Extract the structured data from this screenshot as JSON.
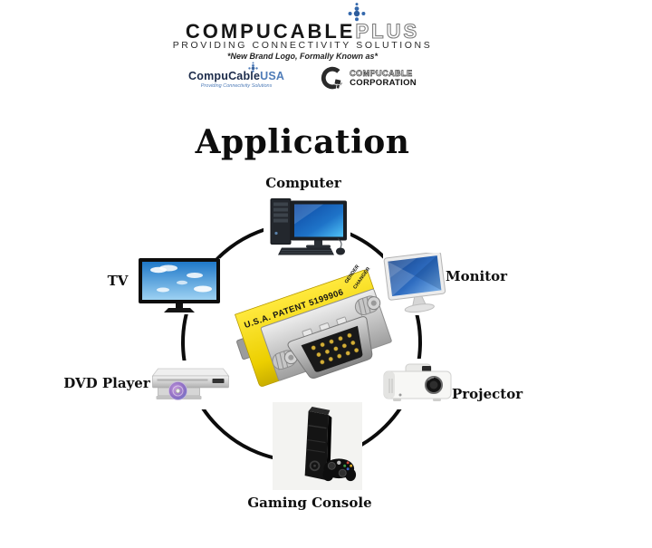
{
  "header": {
    "brand": {
      "name_main": "COMPUCABLE",
      "name_accent": "PLUS",
      "tagline": "PROVIDING CONNECTIVITY SOLUTIONS",
      "note": "*New Brand Logo, Formally Known as*"
    },
    "legacy": {
      "usa": {
        "name_main": "CompuCable",
        "name_accent": "USA",
        "tagline": "Providing Connectivity Solutions"
      },
      "corporation": {
        "line1": "COMPUCABLE",
        "line2": "CORPORATION"
      }
    }
  },
  "title": "Application",
  "diagram": {
    "adapter": {
      "icon": "vga-gender-changer",
      "patent_text": "U.S.A.  PATENT  5199906",
      "label_word1": "GENDER",
      "label_word2": "CHANGER"
    },
    "devices": [
      {
        "id": "computer",
        "label": "Computer",
        "icon": "desktop-computer-icon"
      },
      {
        "id": "monitor",
        "label": "Monitor",
        "icon": "lcd-monitor-icon"
      },
      {
        "id": "tv",
        "label": "TV",
        "icon": "flat-screen-tv-icon"
      },
      {
        "id": "dvd_player",
        "label": "DVD Player",
        "icon": "dvd-player-icon"
      },
      {
        "id": "projector",
        "label": "Projector",
        "icon": "projector-icon"
      },
      {
        "id": "gaming_console",
        "label": "Gaming Console",
        "icon": "game-console-icon"
      }
    ]
  },
  "colors": {
    "brand_dot_blue": "#3468ac",
    "usa_navy": "#1c2b4a",
    "usa_blue": "#4f7cb8",
    "adapter_yellow": "#f0d400",
    "circle_black": "#0c0c0c",
    "background": "#ffffff"
  }
}
